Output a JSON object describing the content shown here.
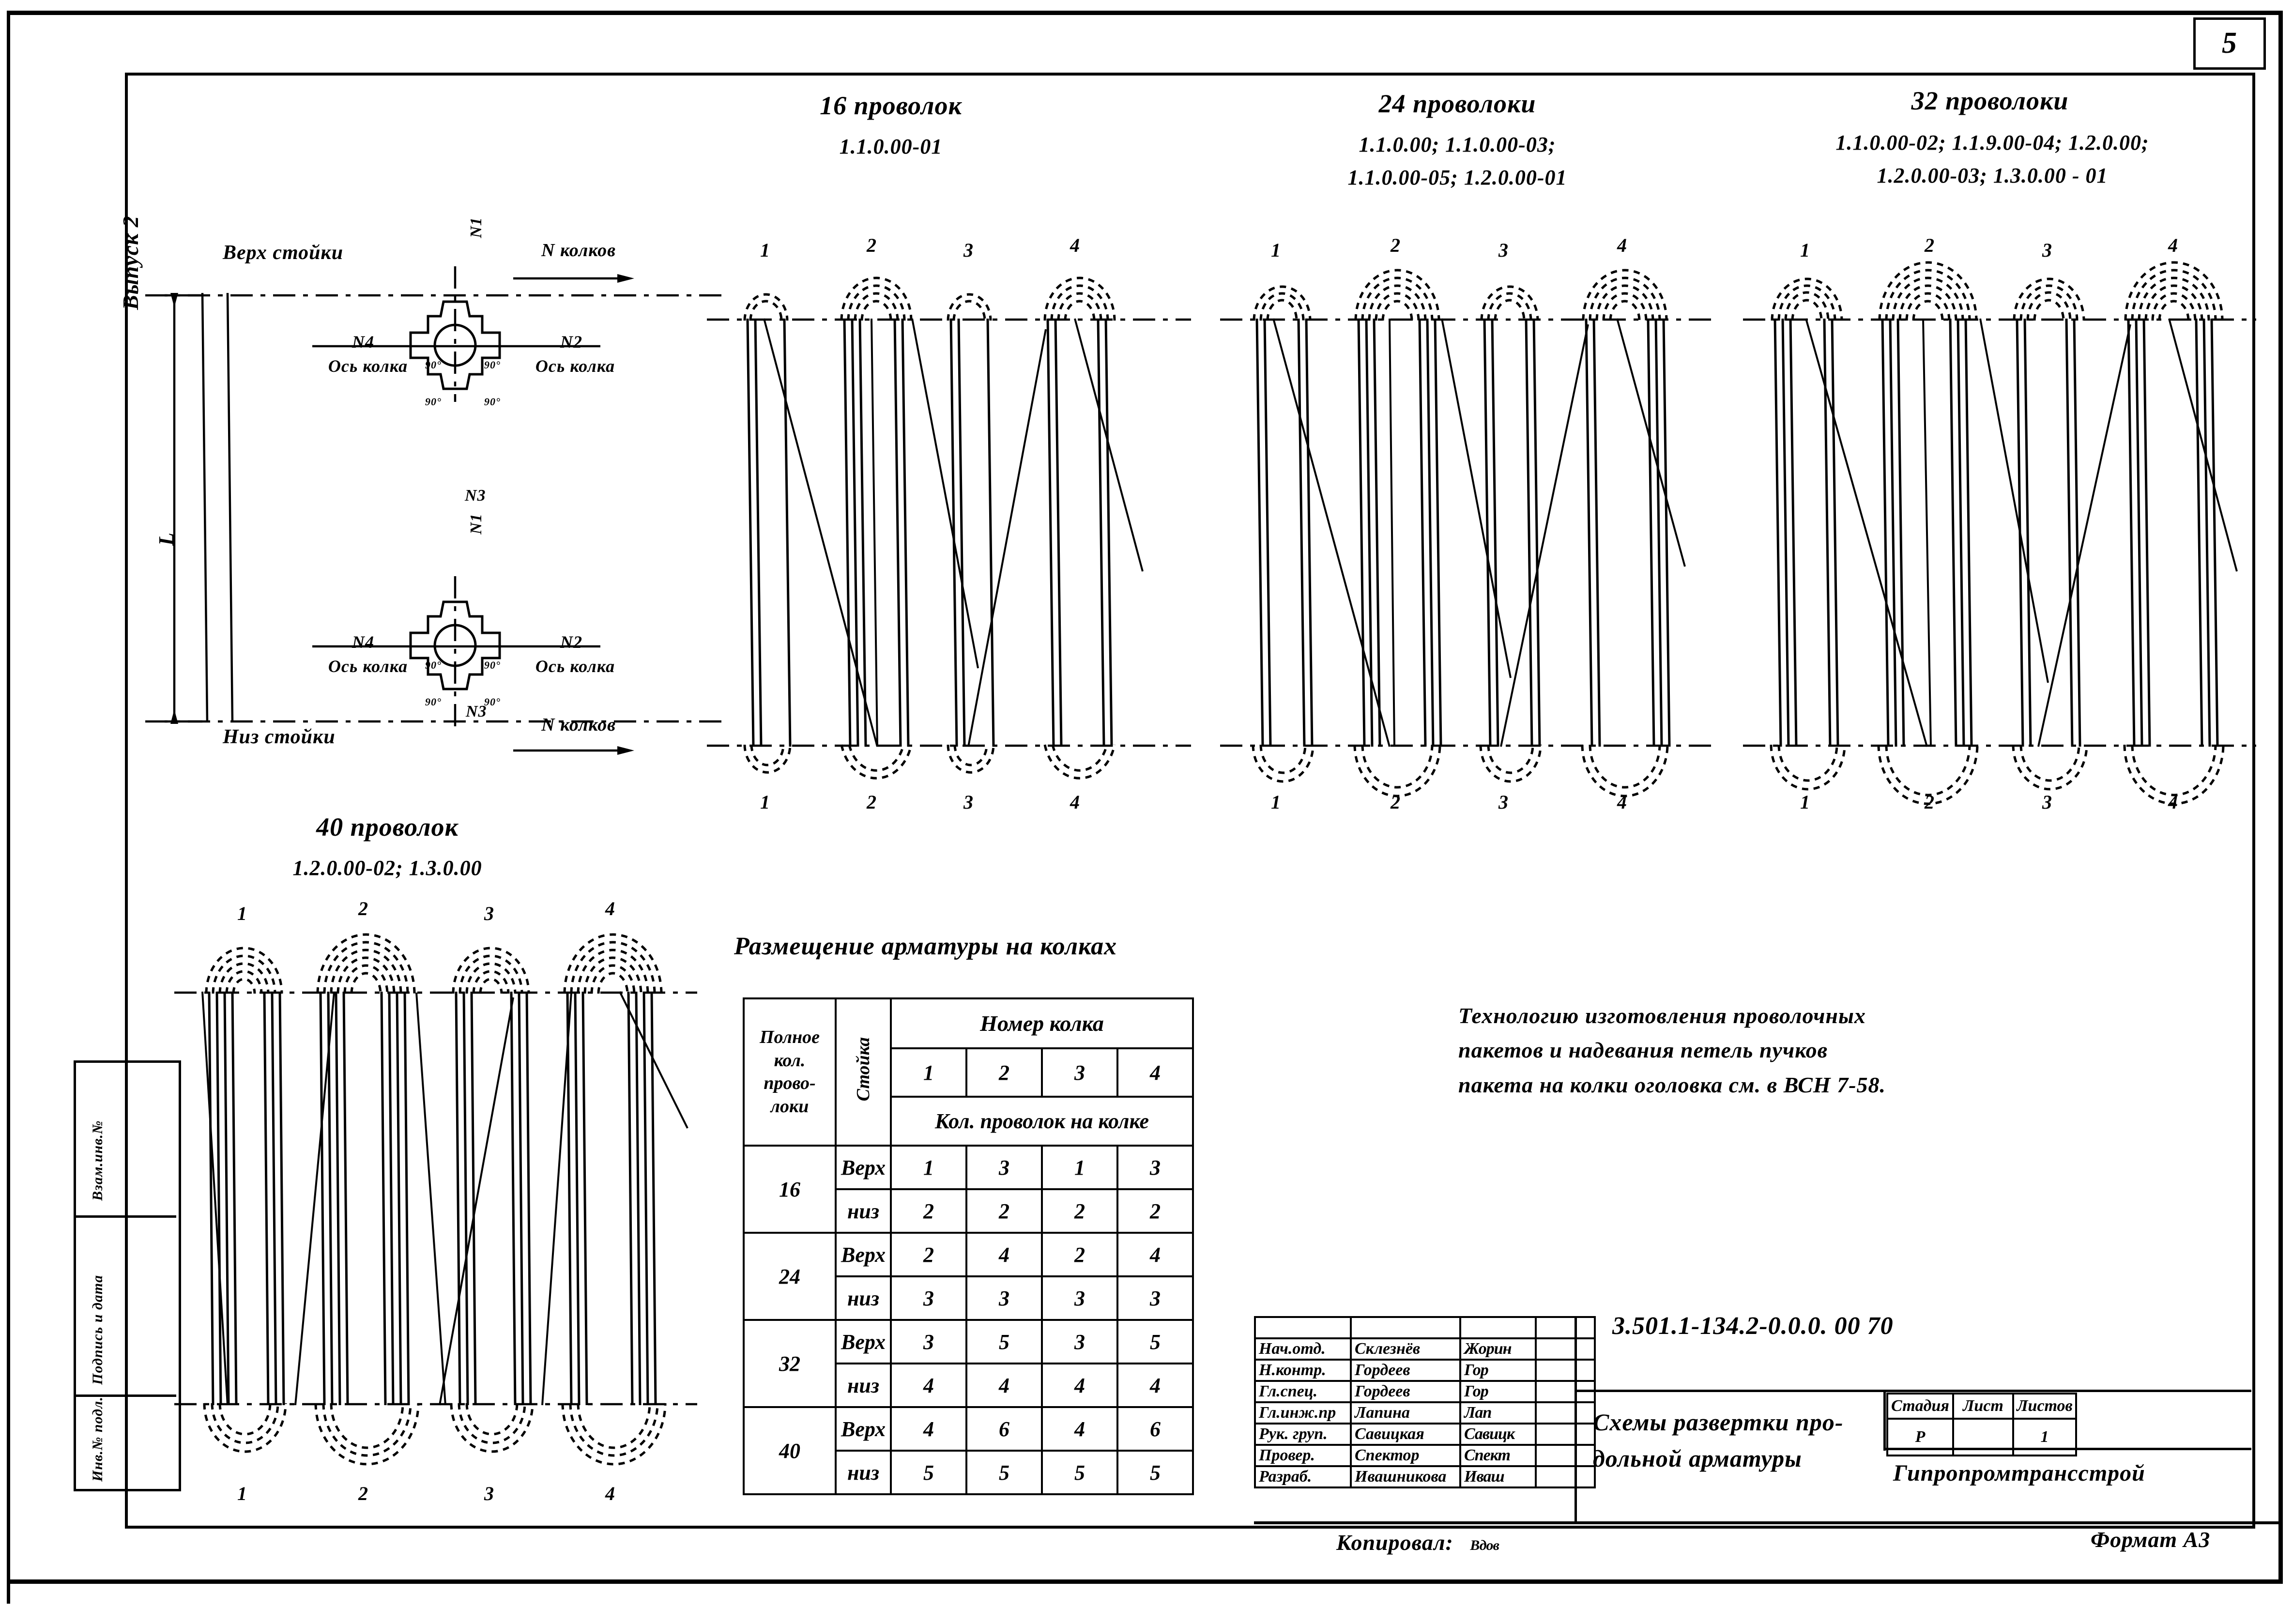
{
  "sheet": {
    "number": "5",
    "issue_label": "Выпуск 2",
    "format": "Формат А3",
    "length_dim": "L"
  },
  "panels": [
    {
      "id": "p16",
      "title": "16 проволок",
      "codes": "1.1.0.00-01",
      "peg_labels_top": [
        "1",
        "2",
        "3",
        "4"
      ],
      "peg_labels_bottom": [
        "1",
        "2",
        "3",
        "4"
      ],
      "top_counts": [
        1,
        3,
        1,
        3
      ],
      "bottom_counts": [
        2,
        2,
        2,
        2
      ]
    },
    {
      "id": "p24",
      "title": "24 проволоки",
      "codes": "1.1.0.00;  1.1.0.00-03;",
      "codes2": "1.1.0.00-05;   1.2.0.00-01",
      "peg_labels_top": [
        "1",
        "2",
        "3",
        "4"
      ],
      "peg_labels_bottom": [
        "1",
        "2",
        "3",
        "4"
      ],
      "top_counts": [
        2,
        4,
        2,
        4
      ],
      "bottom_counts": [
        3,
        3,
        3,
        3
      ]
    },
    {
      "id": "p32",
      "title": "32 проволоки",
      "codes": "1.1.0.00-02;  1.1.9.00-04;   1.2.0.00;",
      "codes2": "1.2.0.00-03;   1.3.0.00 - 01",
      "peg_labels_top": [
        "1",
        "2",
        "3",
        "4"
      ],
      "peg_labels_bottom": [
        "1",
        "2",
        "3",
        "4"
      ],
      "top_counts": [
        3,
        5,
        3,
        5
      ],
      "bottom_counts": [
        4,
        4,
        4,
        4
      ]
    },
    {
      "id": "p40",
      "title": "40 проволок",
      "codes": "1.2.0.00-02;  1.3.0.00",
      "peg_labels_top": [
        "1",
        "2",
        "3",
        "4"
      ],
      "peg_labels_bottom": [
        "1",
        "2",
        "3",
        "4"
      ],
      "top_counts": [
        4,
        6,
        4,
        6
      ],
      "bottom_counts": [
        5,
        5,
        5,
        5
      ]
    }
  ],
  "reference_view": {
    "top_label": "Верх стойки",
    "bottom_label": "Низ стойки",
    "peg_count_label_top": "N колков",
    "peg_count_label_bottom": "N колков",
    "mark_top": "N1",
    "mark_bottom": "N3",
    "detail_top": {
      "n1": "N1",
      "n2": "N2",
      "n3": "N3",
      "n4": "N4",
      "axis_left": "Ось колка",
      "axis_right": "Ось колка",
      "angles": [
        "90°",
        "90°",
        "90°",
        "90°"
      ]
    },
    "detail_bottom": {
      "n1": "N1",
      "n2": "N2",
      "n3": "N3",
      "n4": "N4",
      "axis_left": "Ось колка",
      "axis_right": "Ось колка",
      "angles": [
        "90°",
        "90°",
        "90°",
        "90°"
      ]
    }
  },
  "placement": {
    "title": "Размещение арматуры на колках",
    "col_full": "Полное кол. прово- локи",
    "col_side": "Стойка",
    "col_group": "Номер колка",
    "col_subgroup": "Кол. проволок на колке",
    "peg_headers": [
      "1",
      "2",
      "3",
      "4"
    ],
    "rows": [
      {
        "total": "16",
        "top_label": "Верх",
        "top": [
          "1",
          "3",
          "1",
          "3"
        ],
        "bottom_label": "низ",
        "bottom": [
          "2",
          "2",
          "2",
          "2"
        ]
      },
      {
        "total": "24",
        "top_label": "Верх",
        "top": [
          "2",
          "4",
          "2",
          "4"
        ],
        "bottom_label": "низ",
        "bottom": [
          "3",
          "3",
          "3",
          "3"
        ]
      },
      {
        "total": "32",
        "top_label": "Верх",
        "top": [
          "3",
          "5",
          "3",
          "5"
        ],
        "bottom_label": "низ",
        "bottom": [
          "4",
          "4",
          "4",
          "4"
        ]
      },
      {
        "total": "40",
        "top_label": "Верх",
        "top": [
          "4",
          "6",
          "4",
          "6"
        ],
        "bottom_label": "низ",
        "bottom": [
          "5",
          "5",
          "5",
          "5"
        ]
      }
    ]
  },
  "tech_note": {
    "line1": "Технологию  изготовления  проволочных",
    "line2": "пакетов  и  надевания  петель  пучков",
    "line3": "пакета  на  колки  оголовка  см.  в ВСН 7-58."
  },
  "title_block": {
    "rows": [
      {
        "role": "Нач.отд.",
        "name": "Склезнёв",
        "sign": "Жорин"
      },
      {
        "role": "Н.контр.",
        "name": "Гордеев",
        "sign": "Гор"
      },
      {
        "role": "Гл.спец.",
        "name": "Гордеев",
        "sign": "Гор"
      },
      {
        "role": "Гл.инж.пр",
        "name": "Лапина",
        "sign": "Лап"
      },
      {
        "role": "Рук. груп.",
        "name": "Савицкая",
        "sign": "Савицк"
      },
      {
        "role": "Провер.",
        "name": "Спектор",
        "sign": "Спект"
      },
      {
        "role": "Разраб.",
        "name": "Ивашникова",
        "sign": "Иваш"
      }
    ],
    "code": "3.501.1-134.2-0.0.0. 00 70",
    "title_line1": "Схемы  развертки  про-",
    "title_line2": "дольной  арматуры",
    "meta_headers": [
      "Стадия",
      "Лист",
      "Листов"
    ],
    "meta_values": [
      "Р",
      "",
      "1"
    ],
    "organization": "Гипропромтрансстрой",
    "copied_label": "Копировал:",
    "copied_sign": "Вдов"
  },
  "left_strip": {
    "items": [
      "Взам.инв.№",
      "Подпись и дата",
      "Инв.№ подл."
    ]
  }
}
